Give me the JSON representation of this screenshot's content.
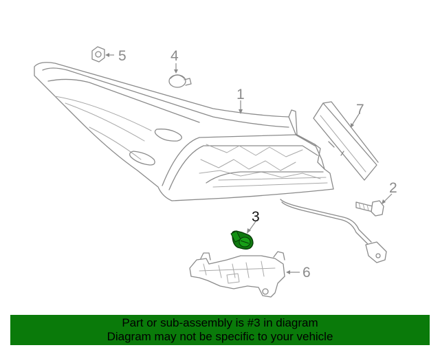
{
  "callouts": {
    "c1": "1",
    "c2": "2",
    "c3": "3",
    "c4": "4",
    "c5": "5",
    "c6": "6",
    "c7": "7"
  },
  "banner": {
    "line1": "Part or sub-assembly is #3 in diagram",
    "line2": "Diagram may not be specific to your vehicle"
  },
  "colors": {
    "highlight": "#0f7a0f",
    "banner_bg": "#0a7a0a",
    "line": "#8a8a8a"
  }
}
